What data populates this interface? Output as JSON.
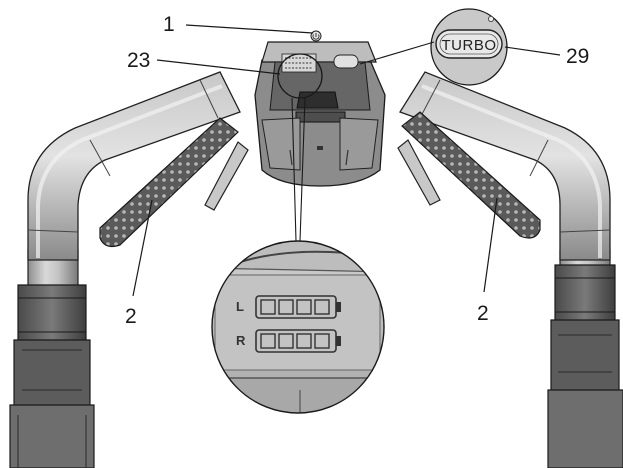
{
  "callouts": {
    "c1": "1",
    "c23": "23",
    "c29": "29",
    "c2_left": "2",
    "c2_right": "2"
  },
  "turbo_button": {
    "label": "TURBO"
  },
  "battery_indicator": {
    "left_label": "L",
    "right_label": "R",
    "segments": 4
  }
}
